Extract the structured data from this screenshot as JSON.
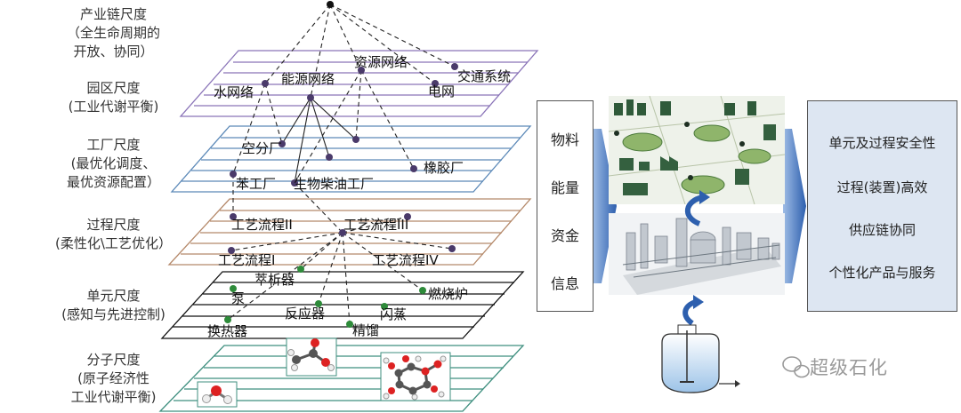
{
  "scales": [
    {
      "lines": [
        "产业链尺度",
        "（全生命周期的",
        "开放、协同）"
      ]
    },
    {
      "lines": [
        "园区尺度",
        "(工业代谢平衡)"
      ]
    },
    {
      "lines": [
        "工厂尺度",
        "(最优化调度、",
        "最优资源配置）"
      ]
    },
    {
      "lines": [
        "过程尺度",
        "(柔性化\\工艺优化）"
      ]
    },
    {
      "lines": [
        "单元尺度",
        "(感知与先进控制)"
      ]
    },
    {
      "lines": [
        "分子尺度",
        "(原子经济性",
        "工业代谢平衡)"
      ]
    }
  ],
  "park_nodes": [
    "水网络",
    "能源网络",
    "资源网络",
    "电网",
    "交通系统"
  ],
  "factory_nodes": [
    "空分厂",
    "苯工厂",
    "生物柴油工厂",
    "橡胶厂"
  ],
  "process_nodes": [
    "工艺流程II",
    "工艺流程III",
    "工艺流程I",
    "工艺流程IV"
  ],
  "unit_nodes": [
    "泵",
    "萃析器",
    "燃烧炉",
    "换热器",
    "反应器",
    "闪蒸",
    "精馏"
  ],
  "left_box": [
    "物料",
    "能量",
    "资金",
    "信息"
  ],
  "right_box": [
    "单元及过程安全性",
    "过程(装置)高效",
    "供应链协同",
    "个性化产品与服务"
  ],
  "watermark": "超级石化",
  "colors": {
    "park_plane": "#8a74b8",
    "factory_plane": "#5c89b8",
    "process_plane": "#b5896a",
    "unit_plane": "#111111",
    "molecule_plane": "#3f8f7f",
    "unit_node": "#2e8b3a",
    "node": "#4a3a6a",
    "arrow": "#3569b5",
    "right_box_fill": "#dde6f2"
  }
}
